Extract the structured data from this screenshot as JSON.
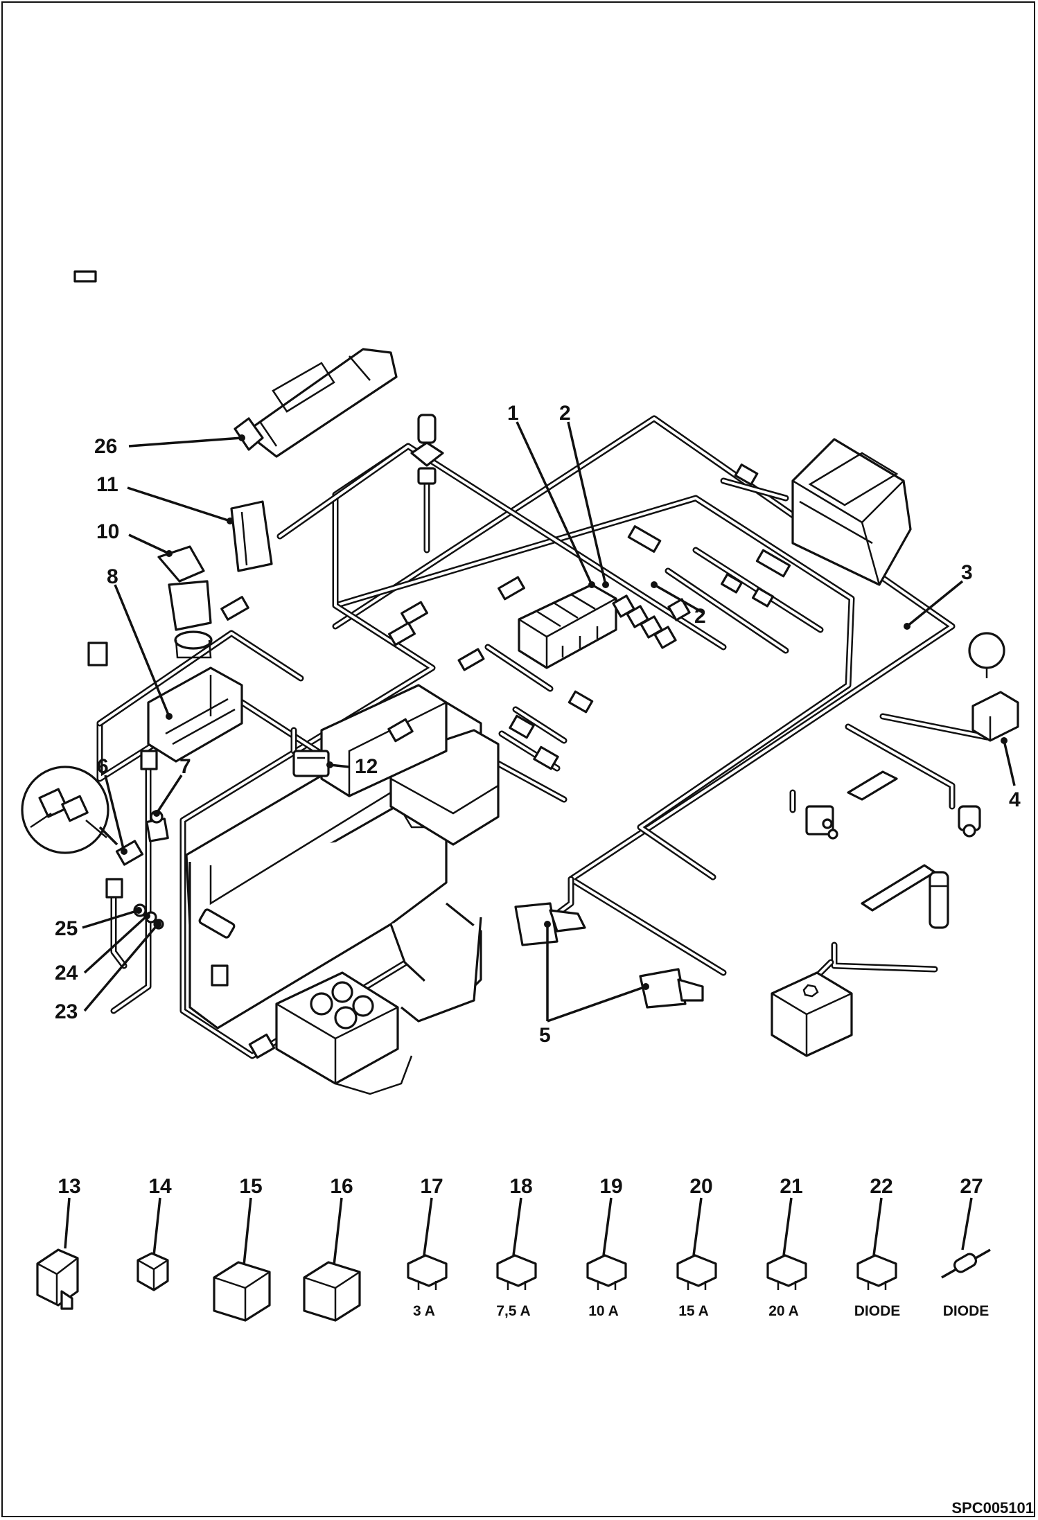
{
  "callouts": {
    "c1": "1",
    "c2": "2",
    "c2b": "2",
    "c3": "3",
    "c4": "4",
    "c5": "5",
    "c6": "6",
    "c7": "7",
    "c8": "8",
    "c10": "10",
    "c11": "11",
    "c12": "12",
    "c23": "23",
    "c24": "24",
    "c25": "25",
    "c26": "26"
  },
  "legend": [
    {
      "num": "13",
      "label": ""
    },
    {
      "num": "14",
      "label": ""
    },
    {
      "num": "15",
      "label": ""
    },
    {
      "num": "16",
      "label": ""
    },
    {
      "num": "17",
      "label": "3 A"
    },
    {
      "num": "18",
      "label": "7,5 A"
    },
    {
      "num": "19",
      "label": "10 A"
    },
    {
      "num": "20",
      "label": "15 A"
    },
    {
      "num": "21",
      "label": "20 A"
    },
    {
      "num": "22",
      "label": "DIODE"
    },
    {
      "num": "27",
      "label": "DIODE"
    }
  ],
  "figure_code": "SPC005101"
}
